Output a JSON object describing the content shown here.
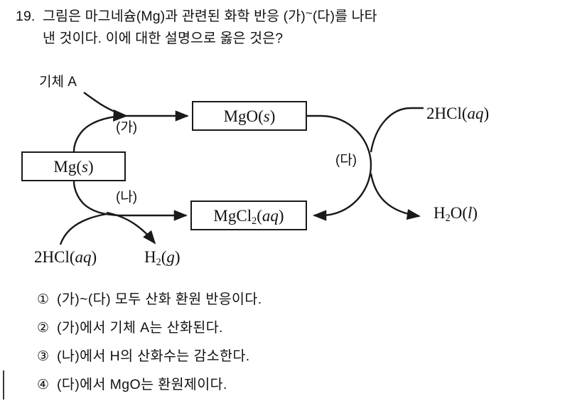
{
  "question": {
    "number": "19.",
    "text": "그림은 마그네슘(Mg)과 관련된 화학 반응 (가)",
    "tilde": "~",
    "text2": "(다)를 나타 낸 것이다. 이에 대한 설명으로 옳은 것은?",
    "line1": "그림은 마그네슘(Mg)과 관련된 화학 반응 (가)",
    "line2": "(다)를 나타",
    "line3": "낸 것이다. 이에 대한 설명으로 옳은 것은?"
  },
  "diagram": {
    "boxes": {
      "reactant": {
        "formula": "Mg",
        "state": "s",
        "display": "Mg(s)"
      },
      "product_oxide": {
        "formula": "MgO",
        "state": "s",
        "display": "MgO(s)"
      },
      "product_chloride": {
        "formula": "MgCl",
        "subscript": "2",
        "state": "aq",
        "display": "MgCl2(aq)"
      }
    },
    "labels": {
      "gas_a": "기체 A",
      "step_ga": "(가)",
      "step_na": "(나)",
      "step_da": "(다)",
      "hcl_left": "2HCl(aq)",
      "h2_gas": "H2(g)",
      "hcl_right": "2HCl(aq)",
      "water": "H2O(l)"
    },
    "line_color": "#1a1a1a"
  },
  "choices": [
    {
      "marker": "①",
      "text": "(가)~(다) 모두 산화 환원 반응이다."
    },
    {
      "marker": "②",
      "text": "(가)에서 기체 A는 산화된다."
    },
    {
      "marker": "③",
      "text": "(나)에서 H의 산화수는 감소한다."
    },
    {
      "marker": "④",
      "text": "(다)에서 MgO는 환원제이다."
    }
  ]
}
